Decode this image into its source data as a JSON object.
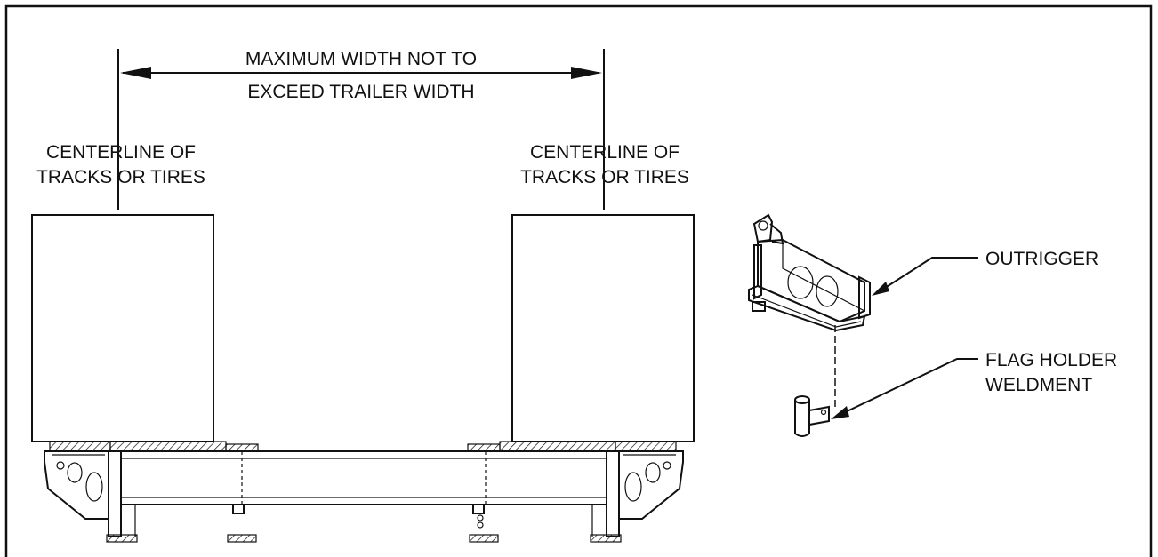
{
  "diagram": {
    "dimension_label": {
      "line1": "MAXIMUM WIDTH NOT TO",
      "line2": "EXCEED TRAILER WIDTH"
    },
    "left_centerline": {
      "line1": "CENTERLINE OF",
      "line2": "TRACKS OR TIRES"
    },
    "right_centerline": {
      "line1": "CENTERLINE OF",
      "line2": "TRACKS OR TIRES"
    },
    "outrigger_label": "OUTRIGGER",
    "flag_holder_label": {
      "line1": "FLAG HOLDER",
      "line2": "WELDMENT"
    }
  }
}
